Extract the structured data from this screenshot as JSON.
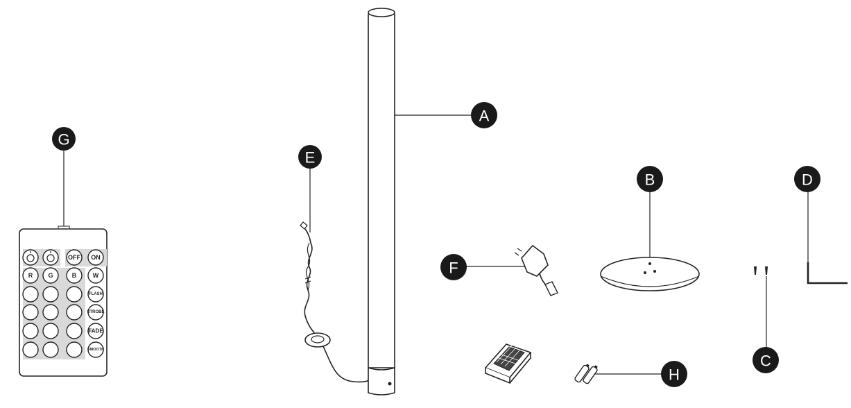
{
  "callouts": {
    "a": "A",
    "b": "B",
    "c": "C",
    "d": "D",
    "e": "E",
    "f": "F",
    "g": "G",
    "h": "H"
  },
  "remote": {
    "off": "OFF",
    "on": "ON",
    "r": "R",
    "g": "G",
    "b": "B",
    "w": "W",
    "flash": "FLASH",
    "strobe": "STROBE",
    "fade": "FADE",
    "smooth": "SMOOTH"
  },
  "colors": {
    "ink": "#222222",
    "panel": "#d9d9d9",
    "callout_fill": "#1a1a1a"
  }
}
